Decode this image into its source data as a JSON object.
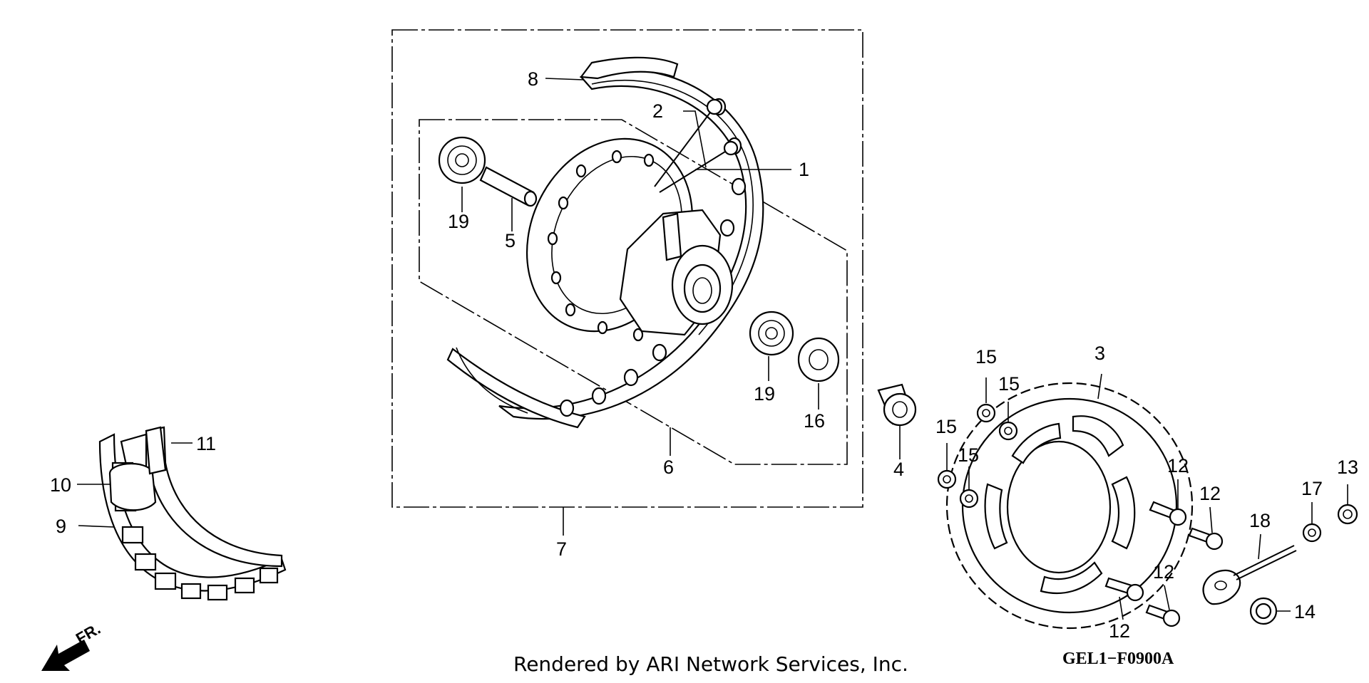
{
  "diagram": {
    "callouts": {
      "c1": "1",
      "c2": "2",
      "c3": "3",
      "c4": "4",
      "c5": "5",
      "c6": "6",
      "c7": "7",
      "c8": "8",
      "c9": "9",
      "c10": "10",
      "c11": "11",
      "c12a": "12",
      "c12b": "12",
      "c12c": "12",
      "c12d": "12",
      "c13": "13",
      "c14": "14",
      "c15a": "15",
      "c15b": "15",
      "c15c": "15",
      "c15d": "15",
      "c16": "16",
      "c17": "17",
      "c18": "18",
      "c19a": "19",
      "c19b": "19"
    },
    "front_indicator": "FR.",
    "diagram_code": "GEL1−F0900A",
    "footer": "Rendered by ARI Network Services, Inc."
  }
}
